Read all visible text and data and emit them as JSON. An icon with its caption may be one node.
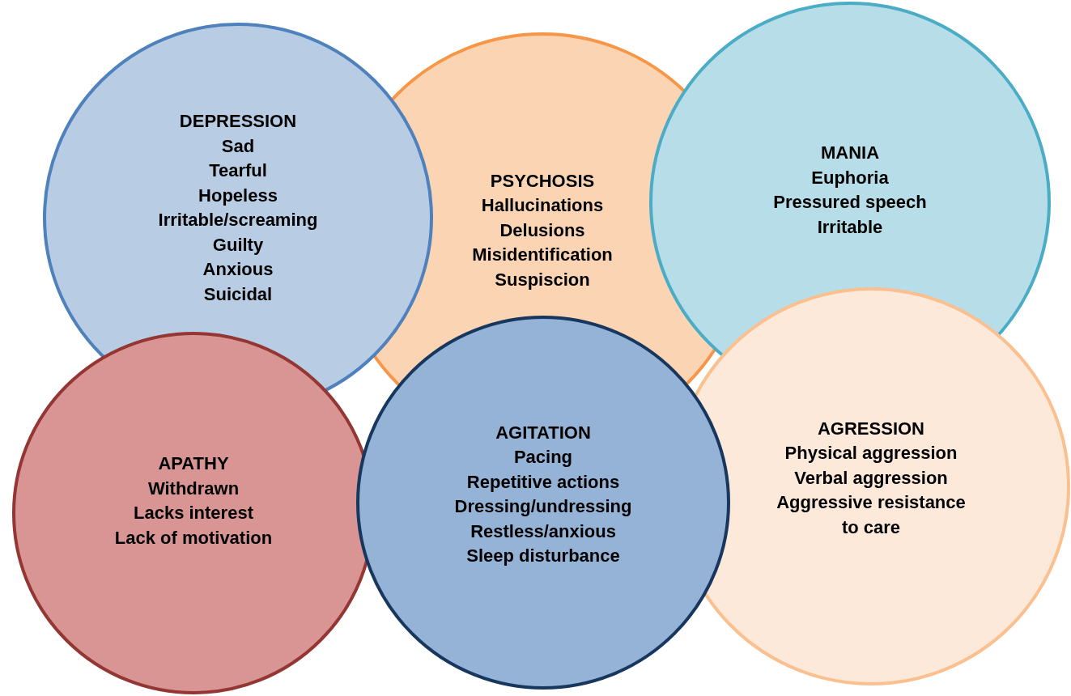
{
  "diagram": {
    "nodes": [
      {
        "text": [
          "DEPRESSION",
          "Sad",
          "Tearful",
          "Hopeless",
          "Irritable/screaming",
          "Guilty",
          "Anxious",
          "Suicidal"
        ]
      },
      {
        "text": [
          "PSYCHOSIS",
          "Hallucinations",
          "Delusions",
          "Misidentification",
          "Suspiscion"
        ]
      },
      {
        "text": [
          "MANIA",
          "Euphoria",
          "Pressured speech",
          "Irritable"
        ]
      },
      {
        "text": [
          "APATHY",
          "Withdrawn",
          "Lacks interest",
          "Lack of motivation"
        ]
      },
      {
        "text": [
          "AGITATION",
          "Pacing",
          "Repetitive actions",
          "Dressing/undressing",
          "Restless/anxious",
          "Sleep disturbance"
        ]
      },
      {
        "text": [
          "AGRESSION",
          "Physical aggression",
          "Verbal aggression",
          "Aggressive resistance to care"
        ]
      }
    ],
    "edges": []
  }
}
